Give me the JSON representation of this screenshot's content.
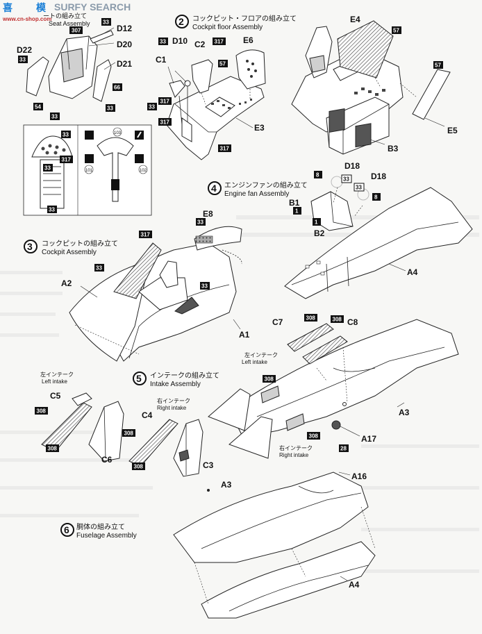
{
  "watermark": {
    "brand": "SURFY SEARCH",
    "cjk": "喜",
    "cn": "模",
    "url": "www.cn-shop.com"
  },
  "steps": {
    "s1": {
      "num": "",
      "jp": "ートの組み立て",
      "en": "Seat Assembly"
    },
    "s2": {
      "num": "2",
      "jp": "コックピット・フロアの組み立て",
      "en": "Cockpit floor Assembly"
    },
    "s3": {
      "num": "3",
      "jp": "コックピットの組み立て",
      "en": "Cockpit Assembly"
    },
    "s4": {
      "num": "4",
      "jp": "エンジンファンの組み立て",
      "en": "Engine fan Assembly"
    },
    "s5": {
      "num": "5",
      "jp": "インテークの組み立て",
      "en": "Intake Assembly"
    },
    "s6": {
      "num": "6",
      "jp": "胴体の組み立て",
      "en": "Fuselage Assembly"
    }
  },
  "intake_labels": {
    "left_jp": "左インテーク",
    "left_en": "Left intake",
    "right_jp": "右インテーク",
    "right_en": "Right intake"
  },
  "parts": {
    "d12": "D12",
    "d20": "D20",
    "d21": "D21",
    "d22": "D22",
    "d10": "D10",
    "c1": "C1",
    "c2": "C2",
    "e6": "E6",
    "e3": "E3",
    "e4": "E4",
    "e5": "E5",
    "b3": "B3",
    "e8": "E8",
    "a2": "A2",
    "a1": "A1",
    "b1": "B1",
    "b2": "B2",
    "d18a": "D18",
    "d18b": "D18",
    "a4": "A4",
    "c7": "C7",
    "c8": "C8",
    "a3": "A3",
    "a17": "A17",
    "c5": "C5",
    "c6": "C6",
    "c4": "C4",
    "c3": "C3",
    "a3b": "A3",
    "a16": "A16",
    "a4b": "A4"
  },
  "colors": {
    "c33": "33",
    "c307": "307",
    "c66": "66",
    "c54": "54",
    "c317": "317",
    "c57": "57",
    "c308": "308",
    "c28": "28",
    "c8": "8",
    "c1": "1",
    "c33w": "33",
    "c8w": "8"
  },
  "decals": {
    "d101": "101",
    "d102": "102",
    "d103": "103"
  }
}
